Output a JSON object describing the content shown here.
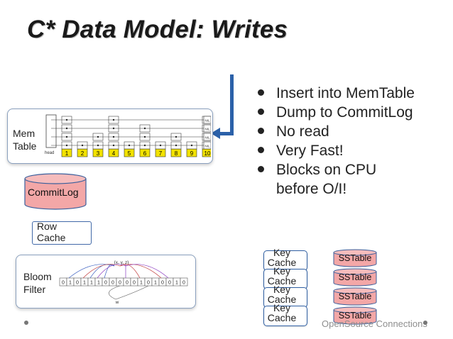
{
  "slide": {
    "title": "C* Data Model: Writes",
    "bullets": [
      "Insert into MemTable",
      "Dump to CommitLog",
      "No read",
      "Very Fast!",
      "Blocks on CPU before O/I!"
    ],
    "memtable_label": "Mem Table",
    "skiplist": {
      "head_label": "head",
      "nodes": [
        "1",
        "2",
        "3",
        "4",
        "5",
        "6",
        "7",
        "8",
        "9",
        "10"
      ],
      "nil_label": "NIL"
    },
    "commitlog_label": "CommitLog",
    "rowcache_label": "Row Cache",
    "bloom_label": "Bloom Filter",
    "bloom": {
      "bits": [
        0,
        1,
        0,
        1,
        1,
        1,
        0,
        0,
        0,
        0,
        0,
        1,
        0,
        1,
        0,
        0,
        1,
        0
      ],
      "set_label": "{x, y, z}",
      "w_label": "w"
    },
    "key_caches": [
      "Key Cache",
      "Key Cache",
      "Key Cache",
      "Key Cache"
    ],
    "sstables": [
      "SSTable",
      "SSTable",
      "SSTable",
      "SSTable"
    ],
    "footer": "OpenSource Connections"
  },
  "colors": {
    "accent": "#2b61a9",
    "commitlog_fill": "#f3a7a7",
    "sstable_fill": "#f3a7a7",
    "node_yellow": "#f2e200",
    "panel_border": "#8aa0be"
  }
}
